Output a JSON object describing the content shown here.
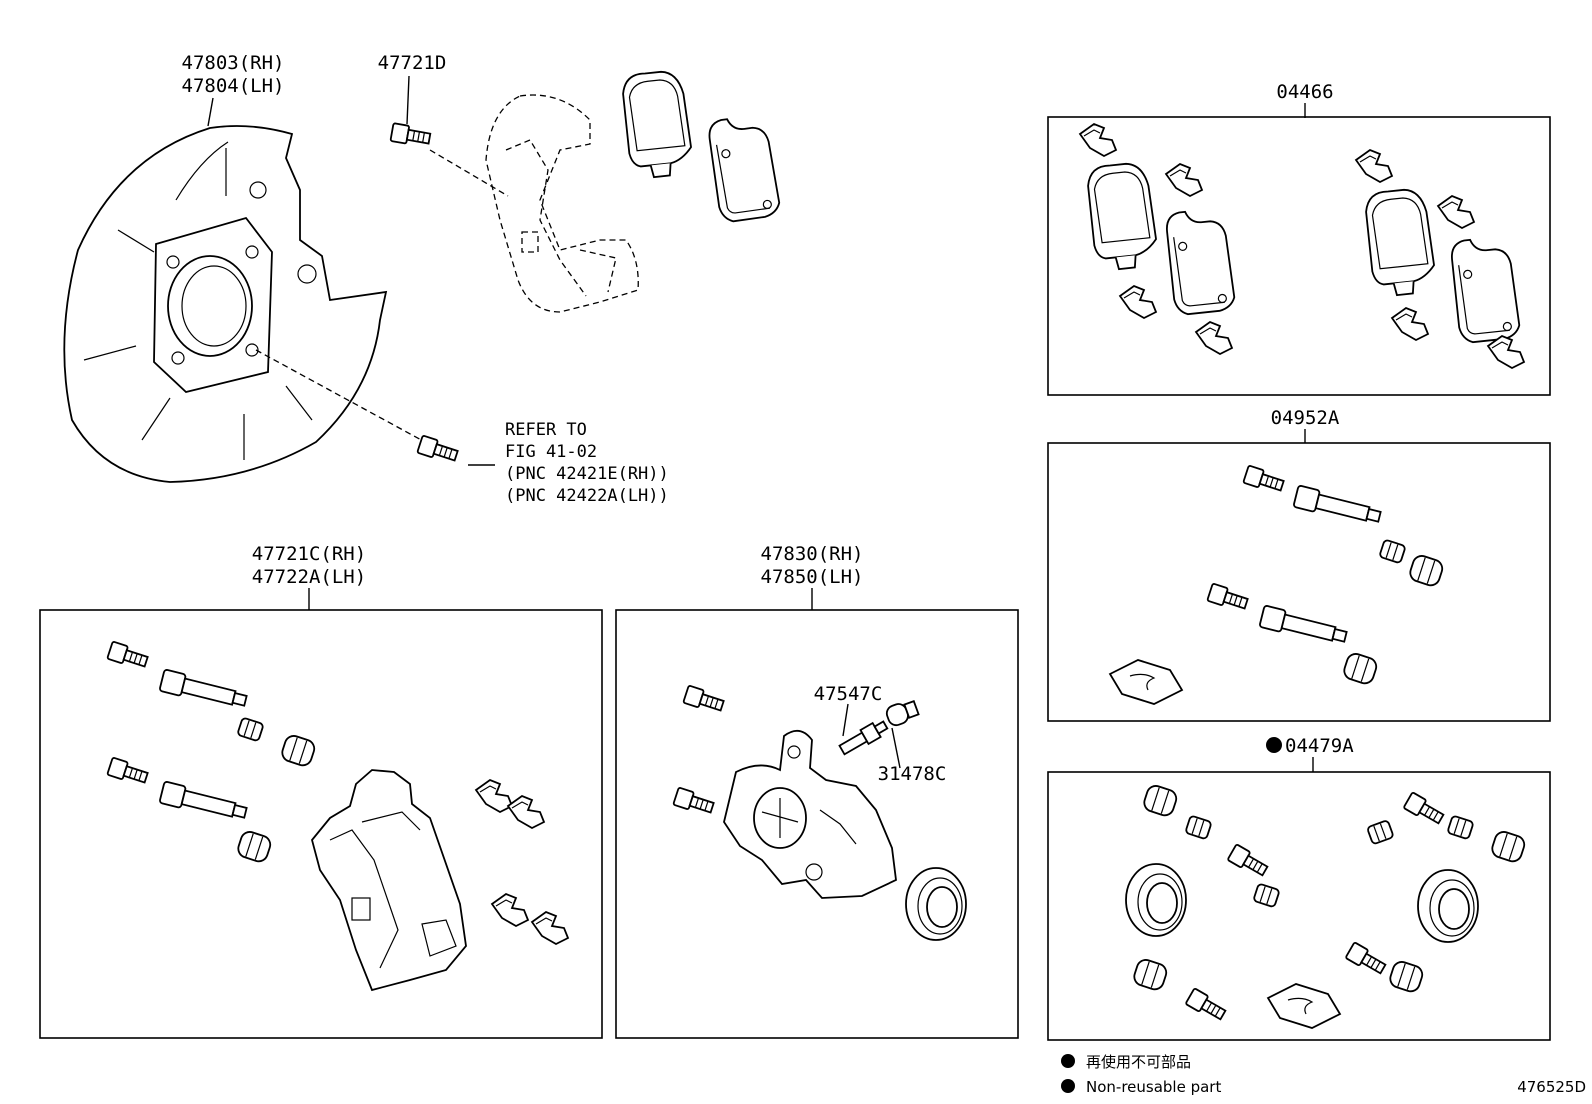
{
  "labels": {
    "shield": [
      "47803(RH)",
      "47804(LH)"
    ],
    "bolt_47721d": "47721D",
    "refer": [
      "REFER TO",
      "FIG 41-02",
      "(PNC 42421E(RH))",
      "(PNC 42422A(LH))"
    ],
    "pads_kit": "04466",
    "slide_kit": "04952A",
    "seal_kit": "04479A",
    "mount_kit": [
      "47721C(RH)",
      "47722A(LH)"
    ],
    "caliper": [
      "47830(RH)",
      "47850(LH)"
    ],
    "bleeder": "47547C",
    "cap": "31478C"
  },
  "legend": {
    "jp": "再使用不可部品",
    "en": "Non-reusable part"
  },
  "figure_code": "476525D"
}
